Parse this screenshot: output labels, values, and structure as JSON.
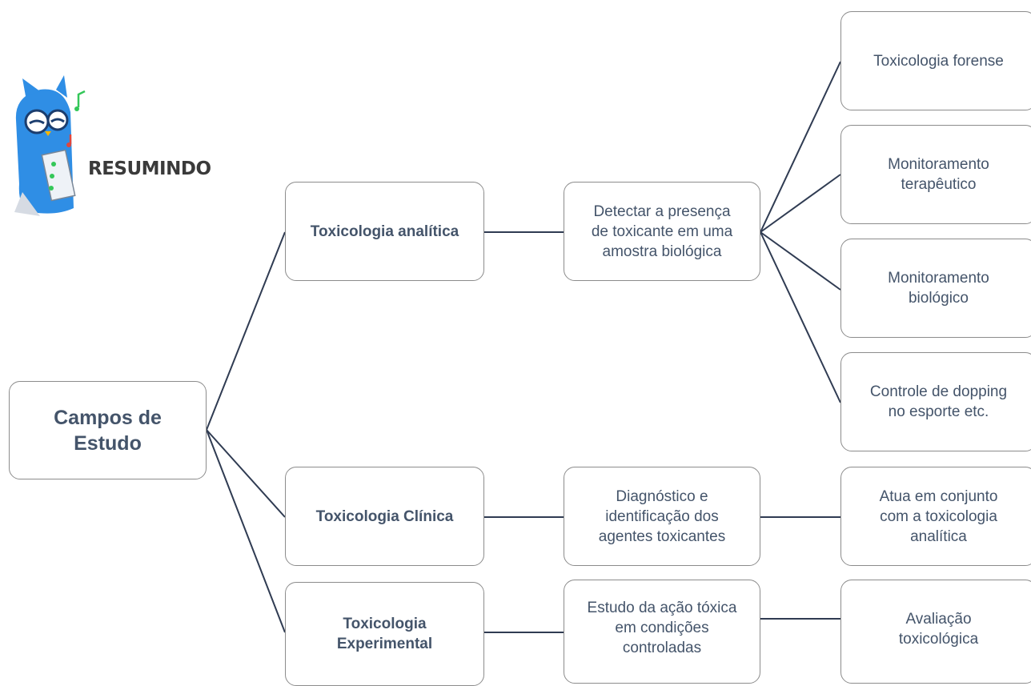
{
  "logo": {
    "text": "RESUMINDO",
    "icon": "owl-mascot-icon"
  },
  "diagram": {
    "root": {
      "label": "Campos de\nEstudo"
    },
    "branches": [
      {
        "label": "Toxicologia analítica",
        "detail": "Detectar a presença\nde toxicante em uma\namostra biológica",
        "outcomes": [
          "Toxicologia forense",
          "Monitoramento\nterapêutico",
          "Monitoramento\nbiológico",
          "Controle de dopping\nno esporte etc."
        ]
      },
      {
        "label": "Toxicologia Clínica",
        "detail": "Diagnóstico e\nidentificação dos\nagentes toxicantes",
        "outcomes": [
          "Atua em conjunto\ncom a toxicologia\nanalítica"
        ]
      },
      {
        "label": "Toxicologia\nExperimental",
        "detail": "Estudo da ação tóxica\nem condições\ncontroladas",
        "outcomes": [
          "Avaliação\ntoxicológica"
        ]
      }
    ]
  },
  "colors": {
    "text": "#44546a",
    "border": "#8c8c8c",
    "line": "#2f3b52",
    "owl_blue": "#2f8ee5"
  }
}
